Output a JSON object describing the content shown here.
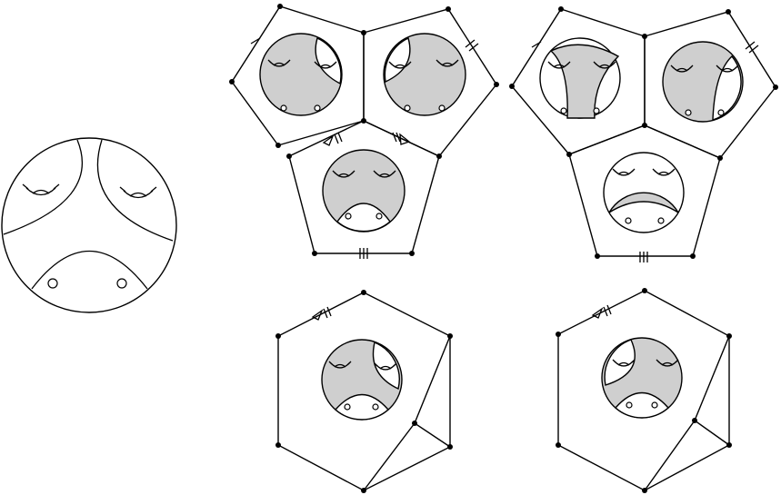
{
  "figure": {
    "panels": [
      {
        "id": "disk-original",
        "description_name": "surface-disk"
      },
      {
        "id": "pentagons-a",
        "description_name": "three-pentagon-decomposition"
      },
      {
        "id": "pentagons-b",
        "description_name": "three-pentagon-decomposition-alt"
      },
      {
        "id": "hexagon-a",
        "description_name": "hexagon-with-triangle"
      },
      {
        "id": "hexagon-b",
        "description_name": "hexagon-with-triangle-alt"
      }
    ],
    "colors": {
      "shade": "#cfcfcf",
      "stroke": "#000000",
      "background": "#ffffff"
    },
    "edge_markers": [
      "single-tick",
      "double-tick",
      "triple-tick",
      "triangle-arrow"
    ]
  }
}
